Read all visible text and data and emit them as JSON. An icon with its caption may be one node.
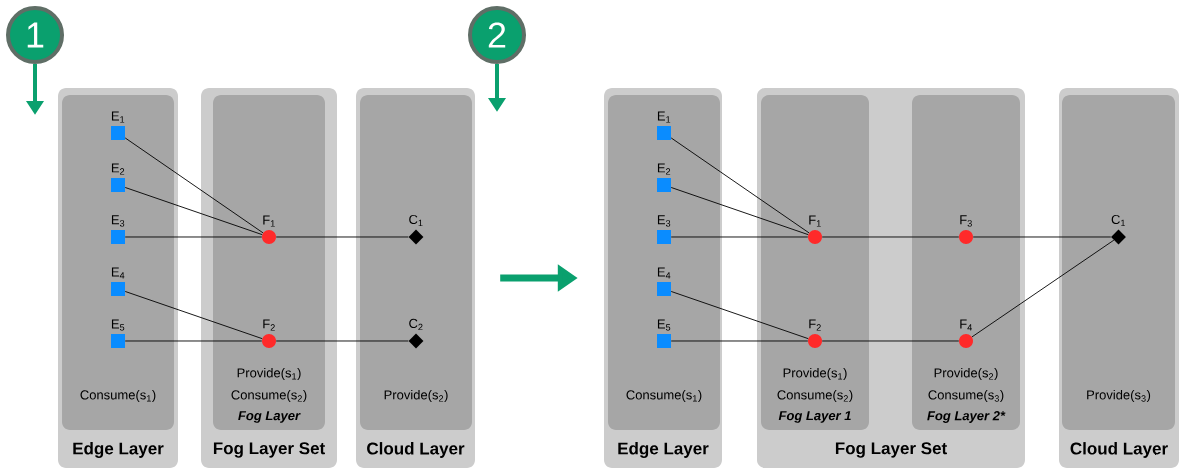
{
  "diagram": {
    "nodes": [
      {
        "text": [
          "1"
        ]
      },
      {
        "text": [
          "Edge Layer"
        ]
      },
      {
        "text": [
          "Consume(s$_{1}$)"
        ],
        "in": 1
      },
      {
        "text": [
          "E$_{1}$"
        ],
        "in": 2
      },
      {
        "text": [
          "E$_{2}$"
        ],
        "in": 2
      },
      {
        "text": [
          "E$_{3}$"
        ],
        "in": 2
      },
      {
        "text": [
          "E$_{4}$"
        ],
        "in": 2
      },
      {
        "text": [
          "E$_{5}$"
        ],
        "in": 2
      },
      {
        "text": [
          "Fog Layer Set"
        ]
      },
      {
        "text": [
          "Provide(s$_{1}$)",
          "Consume(s$_{2}$)",
          "Fog Layer"
        ],
        "in": 8
      },
      {
        "text": [
          "F$_{1}$"
        ],
        "in": 9
      },
      {
        "text": [
          "F$_{2}$"
        ],
        "in": 9
      },
      {
        "text": [
          "Cloud Layer"
        ]
      },
      {
        "text": [
          "Provide(s$_{2}$)"
        ],
        "in": 12
      },
      {
        "text": [
          "C$_{1}$"
        ],
        "in": 13
      },
      {
        "text": [
          "C$_{2}$"
        ],
        "in": 13
      },
      {
        "text": [
          "2"
        ]
      },
      {
        "text": [
          "Edge Layer"
        ]
      },
      {
        "text": [
          "Consume(s$_{1}$)"
        ],
        "in": 17
      },
      {
        "text": [
          "E$_{1}$"
        ],
        "in": 18
      },
      {
        "text": [
          "E$_{2}$"
        ],
        "in": 18
      },
      {
        "text": [
          "E$_{3}$"
        ],
        "in": 18
      },
      {
        "text": [
          "E$_{4}$"
        ],
        "in": 18
      },
      {
        "text": [
          "E$_{5}$"
        ],
        "in": 18
      },
      {
        "text": [
          "Fog Layer Set"
        ]
      },
      {
        "text": [
          "Provide(s$_{1}$)",
          "Consume(s$_{2}$)",
          "Fog Layer 1"
        ],
        "in": 24
      },
      {
        "text": [
          "F$_{1}$"
        ],
        "in": 25
      },
      {
        "text": [
          "F$_{2}$"
        ],
        "in": 25
      },
      {
        "text": [
          "Provide(s$_{2}$)",
          "Consume(s$_{3}$)",
          "Fog Layer 2*"
        ],
        "in": 24
      },
      {
        "text": [
          "F$_{3}$"
        ],
        "in": 28
      },
      {
        "text": [
          "F$_{4}$"
        ],
        "in": 28
      },
      {
        "text": [
          "Cloud Layer"
        ]
      },
      {
        "text": [
          "Provide(s$_{3}$)"
        ],
        "in": 31
      },
      {
        "text": [
          "C$_{1}$"
        ],
        "in": 32
      }
    ],
    "edges": [
      {
        "from": 0,
        "to": null,
        "arrow": "to",
        "style": "thick",
        "color": "#0aa06e"
      },
      {
        "from": 16,
        "to": null,
        "arrow": "to",
        "style": "thick",
        "color": "#0aa06e"
      },
      {
        "from": 12,
        "to": 17,
        "arrow": "to",
        "style": "thick",
        "color": "#0aa06e"
      },
      {
        "from": 3,
        "to": 10,
        "arrow": "none"
      },
      {
        "from": 4,
        "to": 10,
        "arrow": "none"
      },
      {
        "from": 5,
        "to": 10,
        "arrow": "none"
      },
      {
        "from": 6,
        "to": 11,
        "arrow": "none"
      },
      {
        "from": 7,
        "to": 11,
        "arrow": "none"
      },
      {
        "from": 10,
        "to": 14,
        "arrow": "none"
      },
      {
        "from": 11,
        "to": 15,
        "arrow": "none"
      },
      {
        "from": 19,
        "to": 26,
        "arrow": "none"
      },
      {
        "from": 20,
        "to": 26,
        "arrow": "none"
      },
      {
        "from": 21,
        "to": 26,
        "arrow": "none"
      },
      {
        "from": 22,
        "to": 27,
        "arrow": "none"
      },
      {
        "from": 23,
        "to": 27,
        "arrow": "none"
      },
      {
        "from": 26,
        "to": 29,
        "arrow": "none"
      },
      {
        "from": 29,
        "to": 33,
        "arrow": "none"
      },
      {
        "from": 27,
        "to": 30,
        "arrow": "none"
      },
      {
        "from": 30,
        "to": 33,
        "arrow": "none"
      }
    ]
  }
}
